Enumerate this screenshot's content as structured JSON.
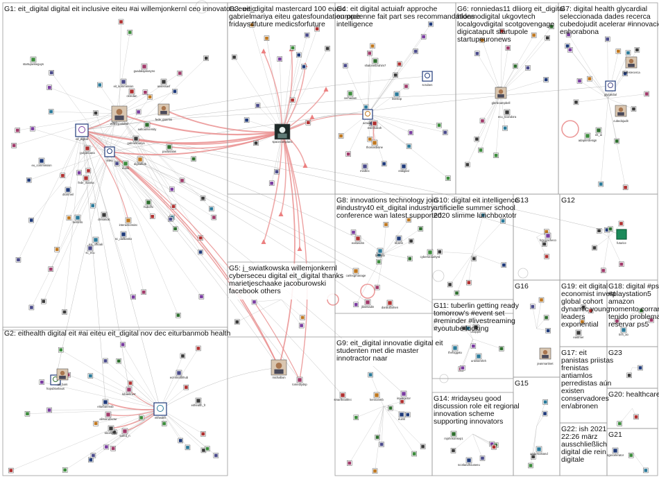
{
  "panels": [
    {
      "id": "G1",
      "lines": [
        "G1: eit_digital digital eit inclusive eiteu #ai willemjonkernl ceo innovators eueic"
      ]
    },
    {
      "id": "G3",
      "lines": [
        "G3: eit_digital mastercard 100 eueic",
        "gabrielmariya eiteu gatesfoundation prce",
        "fridays4future medicsforfuture"
      ]
    },
    {
      "id": "G4",
      "lines": [
        "G4: eit digital actuiafr approche",
        "européenne fait part ses recommandations",
        "intelligence"
      ]
    },
    {
      "id": "G6",
      "lines": [
        "G6: ronniedas11 dliiorg eit_digital",
        "hldemodigital ukgovtech",
        "localgovdigital scotgovengage",
        "digicatapult startupole",
        "startupeuronews"
      ]
    },
    {
      "id": "G7",
      "lines": [
        "G7: digital health glycardial",
        "seleccionada dades recerca",
        "cubedojudit acelerar #innovación",
        "enhorabona"
      ]
    },
    {
      "id": "G8",
      "lines": [
        "G8: innovations technology join",
        "#industry40 eit_digital industry",
        "conference wan latest supported"
      ]
    },
    {
      "id": "G10",
      "lines": [
        "G10: digital eit intelligence",
        "artificielle summer school",
        "2020 slimme lunchboxtotr"
      ]
    },
    {
      "id": "G13",
      "lines": [
        "G13"
      ]
    },
    {
      "id": "G12",
      "lines": [
        "G12"
      ]
    },
    {
      "id": "G5",
      "lines": [
        "G5: j_swiatkowska willemjonkernl",
        "cybersecеu digital eit_digital thanks",
        "marietjeschaake jacoburowski",
        "facebook others"
      ]
    },
    {
      "id": "G11",
      "lines": [
        "G11: tuberlin getting ready",
        "tomorrow's #event set",
        "#reminder #livestreaming",
        "#youtube looking"
      ]
    },
    {
      "id": "G16",
      "lines": [
        "G16"
      ]
    },
    {
      "id": "G19",
      "lines": [
        "G19: eit digital",
        "economist invest",
        "global cohort",
        "dynamic young",
        "leaders",
        "exponential"
      ]
    },
    {
      "id": "G18",
      "lines": [
        "G18: digital #ps5",
        "#playstation5",
        "amazon",
        "momento corran",
        "tenido problemas",
        "reservar ps5"
      ]
    },
    {
      "id": "G2",
      "lines": [
        "G2: eithealth digital eit #ai eiteu eit_digital nov dec eiturbanmob health"
      ]
    },
    {
      "id": "G9",
      "lines": [
        "G9: eit_digital innovatie digital eit",
        "studenten met die master",
        "innotractor naar"
      ]
    },
    {
      "id": "G15",
      "lines": [
        "G15"
      ]
    },
    {
      "id": "G17",
      "lines": [
        "G17: eit",
        "panistas priistas",
        "frenistas",
        "antiamlos",
        "perredistas aún",
        "existen",
        "conservadores",
        "en/abronen"
      ]
    },
    {
      "id": "G23",
      "lines": [
        "G23"
      ]
    },
    {
      "id": "G20",
      "lines": [
        "G20: healthcare"
      ]
    },
    {
      "id": "G14",
      "lines": [
        "G14: #ridayseu good",
        "discussion role eit regional",
        "innovation scheme",
        "supporting innovators"
      ]
    },
    {
      "id": "G22",
      "lines": [
        "G22: ish 2021",
        "22:26 märz",
        "ausschließlich",
        "digital die rein",
        "digitale"
      ]
    },
    {
      "id": "G21",
      "lines": [
        "G21"
      ]
    }
  ],
  "nodes": [
    {
      "id": "eit_digital",
      "label": "eit_digital"
    },
    {
      "id": "eithealth",
      "label": "eithealth"
    },
    {
      "id": "spacecomplanc",
      "label": "spacecomplanc"
    },
    {
      "id": "michalbon",
      "label": "michalbon"
    },
    {
      "id": "willemjonkernl",
      "label": "willemjonkernl"
    },
    {
      "id": "fede_guerrini",
      "label": "fede_guerrini"
    },
    {
      "id": "eiteu",
      "label": "eiteu"
    },
    {
      "id": "gabrielmariya",
      "label": "gabrielmariya"
    },
    {
      "id": "aaltouniversity",
      "label": "aaltouniversity"
    },
    {
      "id": "ckredan",
      "label": "ckredan"
    },
    {
      "id": "eu_commission",
      "label": "eu_commission"
    },
    {
      "id": "dtomneil",
      "label": "dtomneil"
    },
    {
      "id": "bestinfo",
      "label": "bestinfo"
    },
    {
      "id": "gulyasoana",
      "label": "gulyasoana"
    },
    {
      "id": "fede_manna",
      "label": "fede_manna"
    },
    {
      "id": "euaio",
      "label": "euaio"
    },
    {
      "id": "digitalhub",
      "label": "digitalhub"
    },
    {
      "id": "paolasalas",
      "label": "paolasalas"
    },
    {
      "id": "hubofhi",
      "label": "hubofhi"
    },
    {
      "id": "dimiasdic",
      "label": "dimiasdic"
    },
    {
      "id": "interactionsinc",
      "label": "interactionsinc"
    },
    {
      "id": "sc_dallbasko",
      "label": "sc_dallbasko"
    },
    {
      "id": "ico_officiali",
      "label": "ico_officiali"
    },
    {
      "id": "sc_ecu",
      "label": "sc_ecu"
    },
    {
      "id": "startupwiseguys",
      "label": "startupwiseguys"
    },
    {
      "id": "guadalajarasyno",
      "label": "guadalajarasyno"
    },
    {
      "id": "eit_kommission",
      "label": "eit_kommission"
    },
    {
      "id": "assessavf",
      "label": "assessavf"
    },
    {
      "id": "actuiafr",
      "label": "actuiafr"
    },
    {
      "id": "shaloneibrahim7",
      "label": "shaloneibrahim7"
    },
    {
      "id": "cerhadam",
      "label": "cerhadam"
    },
    {
      "id": "linestop",
      "label": "linestop"
    },
    {
      "id": "esbrinakoh",
      "label": "esbrinakoh"
    },
    {
      "id": "thomasbione",
      "label": "thomasbione"
    },
    {
      "id": "medtec",
      "label": "medtec"
    },
    {
      "id": "eitdigital",
      "label": "eitdigital"
    },
    {
      "id": "scruben",
      "label": "scruben"
    },
    {
      "id": "glenkcampbell",
      "label": "glenkcampbell"
    },
    {
      "id": "ecu_scandora",
      "label": "ecu_scandora"
    },
    {
      "id": "glycardial",
      "label": "glycardial"
    },
    {
      "id": "cubedojudit",
      "label": "cubedojudit"
    },
    {
      "id": "dades_rec",
      "label": "dadesrecerca"
    },
    {
      "id": "adapterdesign",
      "label": "adapterdesign"
    },
    {
      "id": "eit_ai",
      "label": "eit_ai"
    },
    {
      "id": "eastwicks",
      "label": "eastwicks"
    },
    {
      "id": "bitbartn",
      "label": "bitbartn"
    },
    {
      "id": "blotzin",
      "label": "blotzin"
    },
    {
      "id": "cyberseourityrd",
      "label": "cyberseourityrd"
    },
    {
      "id": "carlexgmanage",
      "label": "carlexgmanage"
    },
    {
      "id": "jiliansadin",
      "label": "jiliansadin"
    },
    {
      "id": "danbulbohen",
      "label": "danbulbohen"
    },
    {
      "id": "bmcpacheco",
      "label": "bmcpacheco"
    },
    {
      "id": "futurice",
      "label": "futurice"
    },
    {
      "id": "uhopper",
      "label": "uhopper"
    },
    {
      "id": "thefoggatu",
      "label": "thefoggatu"
    },
    {
      "id": "unlimerefeh",
      "label": "unlimerefeh"
    },
    {
      "id": "jeanmartinet",
      "label": "jeanmartinet"
    },
    {
      "id": "eastmer",
      "label": "eastmer"
    },
    {
      "id": "tinh_ao",
      "label": "tinh_ao"
    },
    {
      "id": "hopublushaus",
      "label": "hopublushaus"
    },
    {
      "id": "ali_bars",
      "label": "ali_bars"
    },
    {
      "id": "eiturbanmob",
      "label": "eiturbanmob"
    },
    {
      "id": "kibaelmerr",
      "label": "kibaelmerr"
    },
    {
      "id": "ecmhealthhub",
      "label": "ecmhealthhub"
    },
    {
      "id": "alimanufactur",
      "label": "alimanufactur"
    },
    {
      "id": "slicefinger",
      "label": "slicefinger"
    },
    {
      "id": "sared_n",
      "label": "sared_n"
    },
    {
      "id": "eithealth_fr",
      "label": "eithealth_fr"
    },
    {
      "id": "tomediydsp",
      "label": "tomediydsp"
    },
    {
      "id": "smarthealthni",
      "label": "smarthealthni"
    },
    {
      "id": "kennoeerb",
      "label": "kennoeerb"
    },
    {
      "id": "euiml",
      "label": "euiml"
    },
    {
      "id": "innotractor",
      "label": "innotractor"
    },
    {
      "id": "mjohnsonsep1",
      "label": "mjohnsonsep1"
    },
    {
      "id": "scotlandhouseeu",
      "label": "scotlandhouseeu"
    },
    {
      "id": "andersostand",
      "label": "andersostand"
    },
    {
      "id": "assoddesel_mc",
      "label": "assoddesel_mc"
    },
    {
      "id": "bgiecelerator",
      "label": "bgiecelerator"
    }
  ]
}
